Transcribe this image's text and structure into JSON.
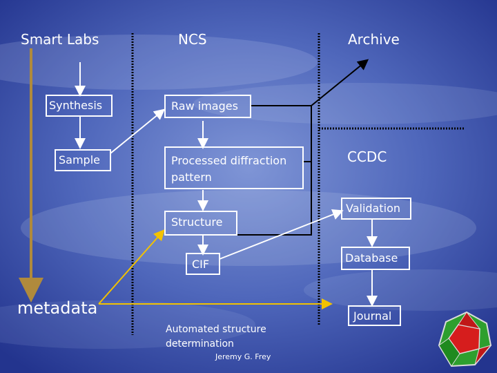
{
  "columns": {
    "smart_labs": "Smart Labs",
    "ncs": "NCS",
    "archive": "Archive",
    "ccdc": "CCDC"
  },
  "nodes": {
    "synthesis": "Synthesis",
    "sample": "Sample",
    "raw_images": "Raw images",
    "processed_line1": "Processed diffraction",
    "processed_line2": "pattern",
    "structure": "Structure",
    "cif": "CIF",
    "validation": "Validation",
    "database": "Database",
    "journal": "Journal"
  },
  "metadata_label": "metadata",
  "automated_line1": "Automated structure",
  "automated_line2": "determination",
  "author": "Jeremy G. Frey",
  "colors": {
    "bg_dark": "#1e2f86",
    "bg_light": "#6a82c8",
    "metadata_arrow": "#b08a3c",
    "yellow_arrow": "#f2c200",
    "dotted_line": "#000000"
  }
}
